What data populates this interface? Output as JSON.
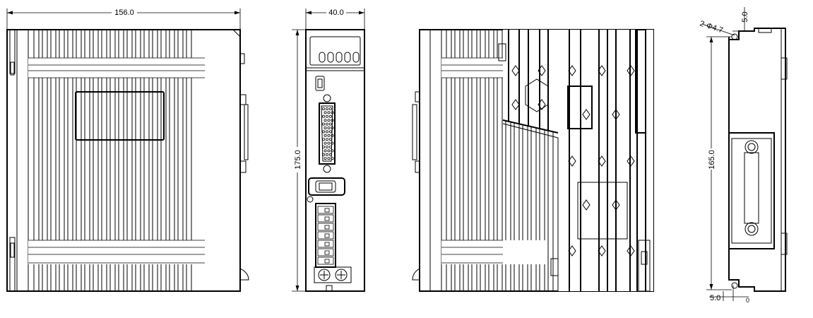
{
  "dimensions": {
    "width": "156.0",
    "depth": "40.0",
    "height": "175.0",
    "mount_spacing": "165.0",
    "hole": "2-Φ4.7",
    "top_offset": "5.0",
    "bottom_offset": "5.0",
    "bottom_small": "0"
  },
  "display": {
    "digits": 5
  },
  "connector": {
    "terminal_count": 7
  }
}
